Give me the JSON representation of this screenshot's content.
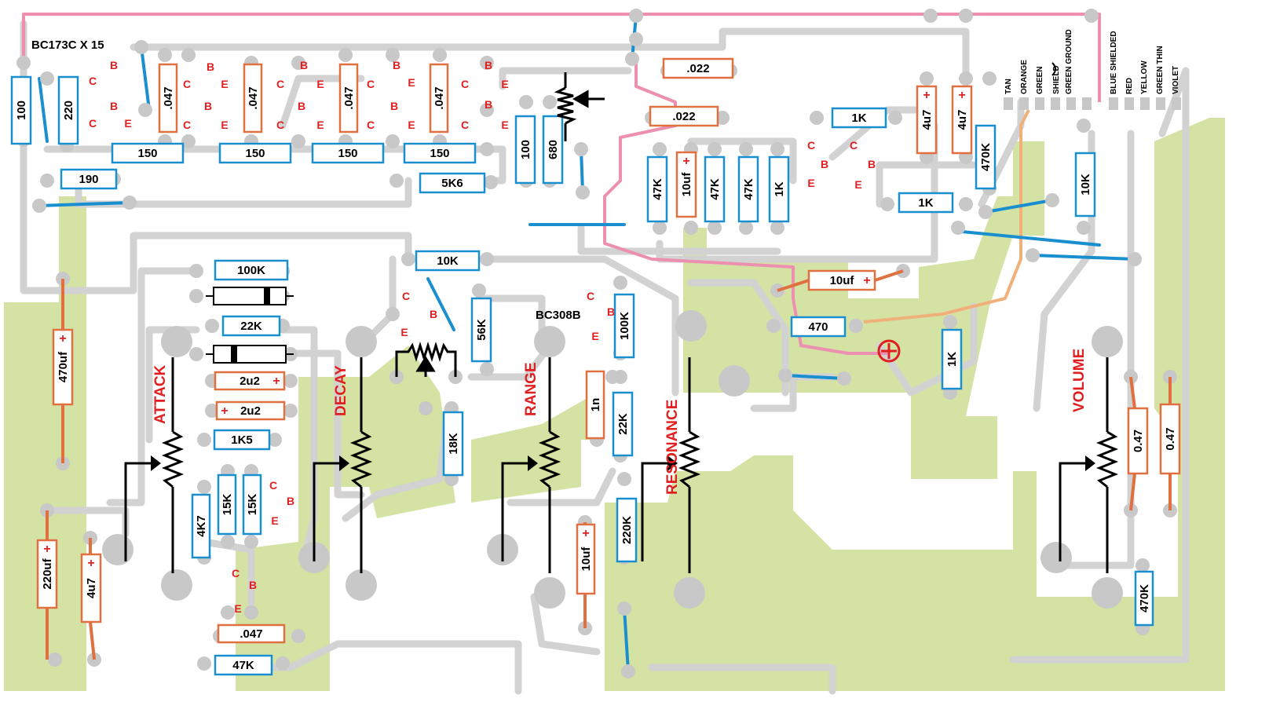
{
  "header": {
    "transistor_note": "BC173C X 15",
    "pnp_label": "BC308B"
  },
  "resistors": [
    "100",
    "220",
    ".047",
    ".047",
    ".047",
    ".047",
    "150",
    "150",
    "150",
    "150",
    "190",
    "5K6",
    "100",
    "680",
    ".022",
    ".022",
    "1K",
    "47K",
    "47K",
    "47K",
    "47K",
    "1K",
    "470K",
    "10K",
    "100K",
    "22K",
    "1K5",
    "4K7",
    "15K",
    "15K",
    "10K",
    "56K",
    "18K",
    "100K",
    "22K",
    "220K",
    "470",
    "1K",
    ".047",
    "47K",
    "0.47",
    "0.47",
    "470K"
  ],
  "capacitors": [
    "4u7",
    "4u7",
    "10uf",
    "10uf",
    "470uf",
    "2u2",
    "2u2",
    "220uf",
    "4u7",
    "1n",
    "10uf"
  ],
  "pots": [
    "ATTACK",
    "DECAY",
    "RANGE",
    "RESONANCE",
    "VOLUME"
  ],
  "transistor_pins": [
    "B",
    "C",
    "E"
  ],
  "polarity": "+",
  "wires": [
    "TAN",
    "ORANGE",
    "GREEN",
    "SHIELD",
    "GREEN GROUND",
    "BLUE SHIELDED",
    "RED",
    "YELLOW",
    "GREEN THIN",
    "VIOLET"
  ],
  "colors": {
    "ground_plane": "#d4e2a4",
    "track": "#d2d2d2",
    "pad": "#c8c8c8",
    "jumper": "#1a8fd0",
    "resistor_outline": "#1a8fd0",
    "cap_outline": "#e07040",
    "power_wire": "#ec8fb0",
    "signal_wire": "#f0b07a",
    "label_red": "#e02020"
  }
}
